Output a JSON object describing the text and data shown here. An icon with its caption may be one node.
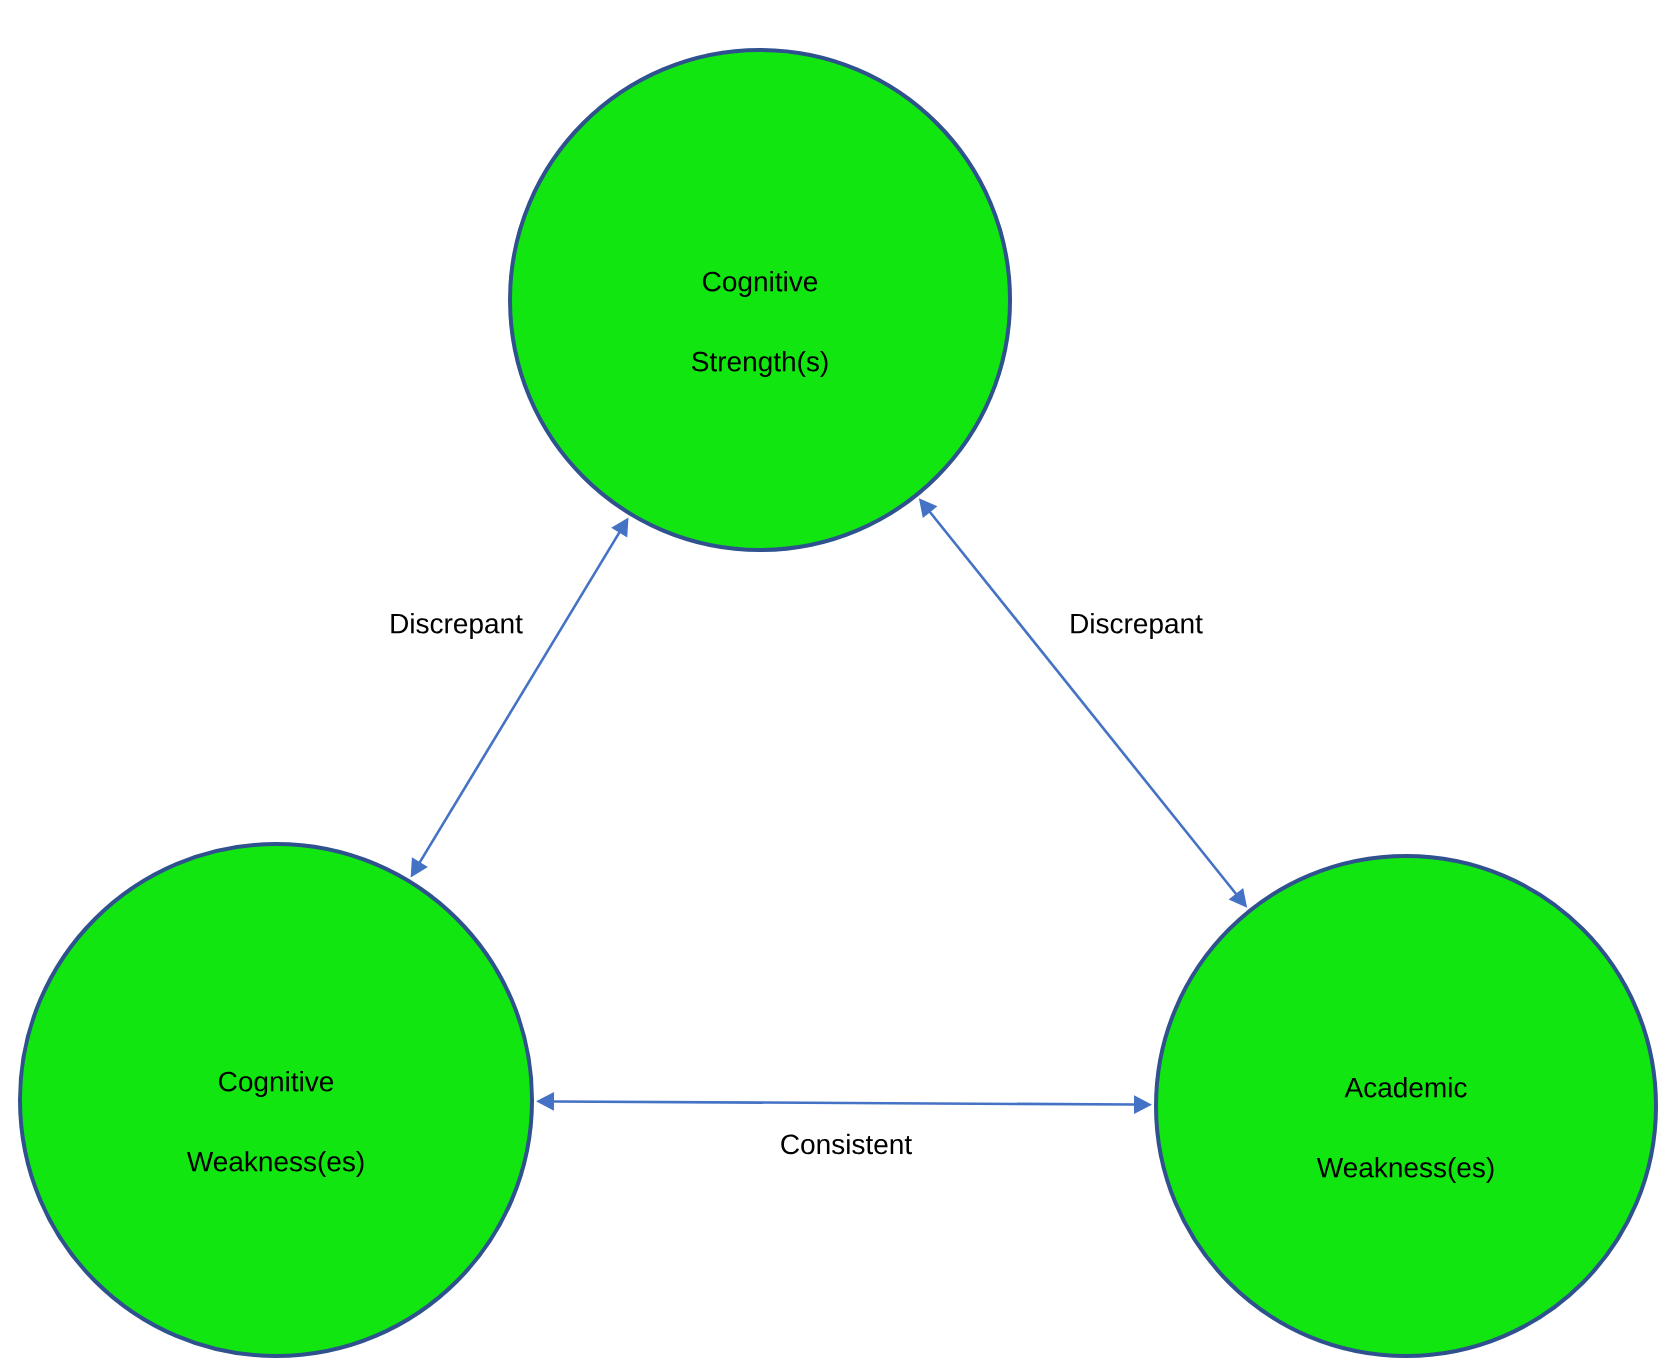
{
  "diagram": {
    "nodes": [
      {
        "text": [
          "Cognitive Strength(s)"
        ]
      },
      {
        "text": [
          "Cognitive Weakness(es)"
        ]
      },
      {
        "text": [
          "Academic Weakness(es)"
        ]
      }
    ],
    "edges": [
      {
        "from": 1,
        "to": 0,
        "arrow": "both",
        "label": "Discrepant"
      },
      {
        "from": 0,
        "to": 2,
        "arrow": "both",
        "label": "Discrepant"
      },
      {
        "from": 1,
        "to": 2,
        "arrow": "both",
        "label": "Consistent"
      }
    ]
  }
}
